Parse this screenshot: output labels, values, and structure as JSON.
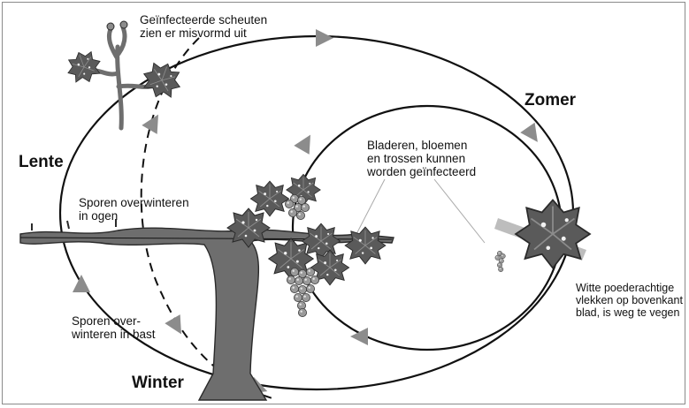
{
  "seasons": {
    "spring": "Lente",
    "summer": "Zomer",
    "winter": "Winter"
  },
  "notes": {
    "infected_shoots": [
      "Geïnfecteerde scheuten",
      "zien er misvormd uit"
    ],
    "spores_buds": [
      "Sporen overwinteren",
      "in ogen"
    ],
    "spores_bark": [
      "Sporen over-",
      "winteren in bast"
    ],
    "leaves_flowers": [
      "Bladeren, bloemen",
      "en trossen kunnen",
      "worden geïnfecteerd"
    ],
    "white_powder": [
      "Witte poederachtige",
      "vlekken op bovenkant",
      "blad, is weg te vegen"
    ]
  },
  "colors": {
    "line": "#111111",
    "arrow": "#8c8c8c",
    "wood": "#6e6e6e",
    "leaf": "#5a5a5a",
    "leaf_spot": "#f2f2f2",
    "grape": "#9a9a9a"
  },
  "icons": [
    "grapevine-illustration",
    "infected-shoot-illustration",
    "infected-leaf-illustration",
    "cycle-arrow"
  ]
}
